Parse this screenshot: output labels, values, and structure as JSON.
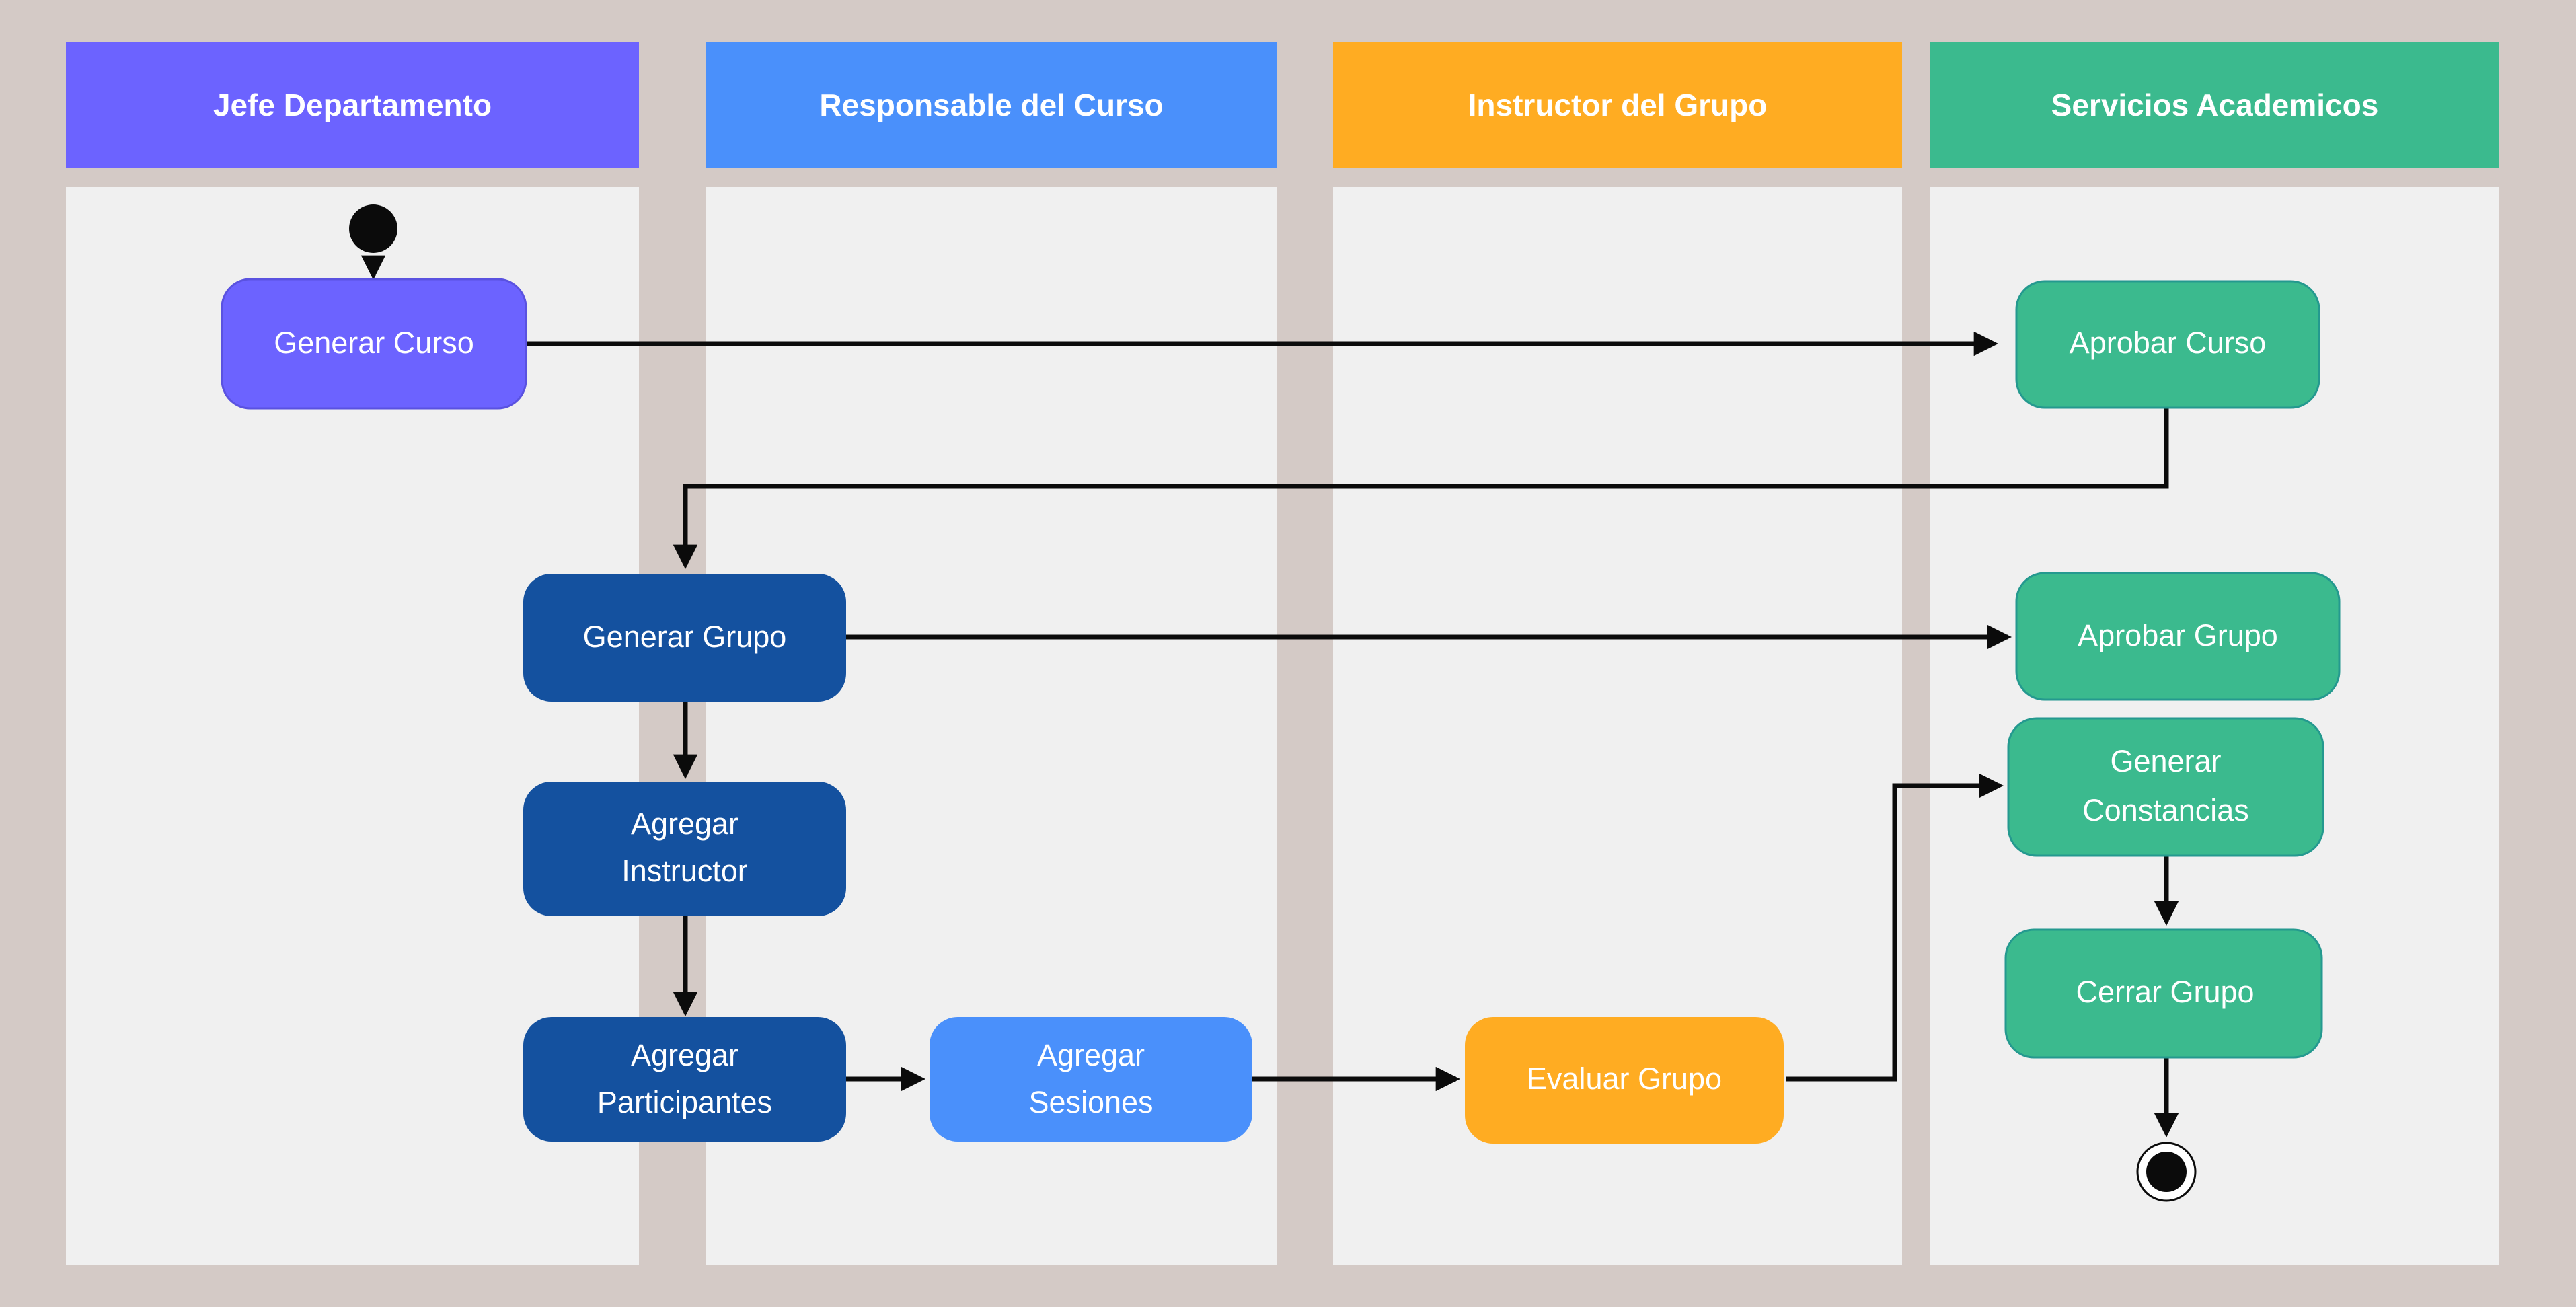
{
  "diagram": {
    "type": "swimlane-activity-diagram",
    "background_color": "#d4cac6",
    "lane_body_color": "#f0f0f0",
    "edge_color": "#0b0b0b",
    "lanes": [
      {
        "id": "lane-jefe",
        "title": "Jefe Departamento",
        "color": "#6c63ff"
      },
      {
        "id": "lane-responsable",
        "title": "Responsable del Curso",
        "color": "#4a90fb"
      },
      {
        "id": "lane-instructor",
        "title": "Instructor del Grupo",
        "color": "#ffac22"
      },
      {
        "id": "lane-servicios",
        "title": "Servicios Academicos",
        "color": "#3bba8e"
      }
    ],
    "nodes": [
      {
        "id": "start",
        "kind": "start-node",
        "label": "",
        "lane": "lane-jefe"
      },
      {
        "id": "generar-curso",
        "kind": "activity",
        "label": "Generar Curso",
        "lane": "lane-jefe",
        "color": "#6c63ff"
      },
      {
        "id": "generar-grupo",
        "kind": "activity",
        "label": "Generar Grupo",
        "lane": "lane-jefe",
        "color": "#14519f"
      },
      {
        "id": "agregar-instructor",
        "kind": "activity",
        "label_line1": "Agregar",
        "label_line2": "Instructor",
        "lane": "lane-jefe",
        "color": "#14519f"
      },
      {
        "id": "agregar-participantes",
        "kind": "activity",
        "label_line1": "Agregar",
        "label_line2": "Participantes",
        "lane": "lane-jefe",
        "color": "#14519f"
      },
      {
        "id": "agregar-sesiones",
        "kind": "activity",
        "label_line1": "Agregar",
        "label_line2": "Sesiones",
        "lane": "lane-responsable",
        "color": "#4a90fb"
      },
      {
        "id": "evaluar-grupo",
        "kind": "activity",
        "label": "Evaluar Grupo",
        "lane": "lane-instructor",
        "color": "#ffac22"
      },
      {
        "id": "aprobar-curso",
        "kind": "activity",
        "label": "Aprobar Curso",
        "lane": "lane-servicios",
        "color": "#3bba8e"
      },
      {
        "id": "aprobar-grupo",
        "kind": "activity",
        "label": "Aprobar Grupo",
        "lane": "lane-servicios",
        "color": "#3bba8e"
      },
      {
        "id": "generar-constancias",
        "kind": "activity",
        "label_line1": "Generar",
        "label_line2": "Constancias",
        "lane": "lane-servicios",
        "color": "#3bba8e"
      },
      {
        "id": "cerrar-grupo",
        "kind": "activity",
        "label": "Cerrar Grupo",
        "lane": "lane-servicios",
        "color": "#3bba8e"
      },
      {
        "id": "end",
        "kind": "end-node",
        "label": "",
        "lane": "lane-servicios"
      }
    ],
    "edges": [
      {
        "from": "start",
        "to": "generar-curso"
      },
      {
        "from": "generar-curso",
        "to": "aprobar-curso"
      },
      {
        "from": "aprobar-curso",
        "to": "generar-grupo"
      },
      {
        "from": "generar-grupo",
        "to": "aprobar-grupo"
      },
      {
        "from": "generar-grupo",
        "to": "agregar-instructor"
      },
      {
        "from": "agregar-instructor",
        "to": "agregar-participantes"
      },
      {
        "from": "agregar-participantes",
        "to": "agregar-sesiones"
      },
      {
        "from": "agregar-sesiones",
        "to": "evaluar-grupo"
      },
      {
        "from": "evaluar-grupo",
        "to": "generar-constancias"
      },
      {
        "from": "generar-constancias",
        "to": "cerrar-grupo"
      },
      {
        "from": "cerrar-grupo",
        "to": "end"
      }
    ]
  }
}
